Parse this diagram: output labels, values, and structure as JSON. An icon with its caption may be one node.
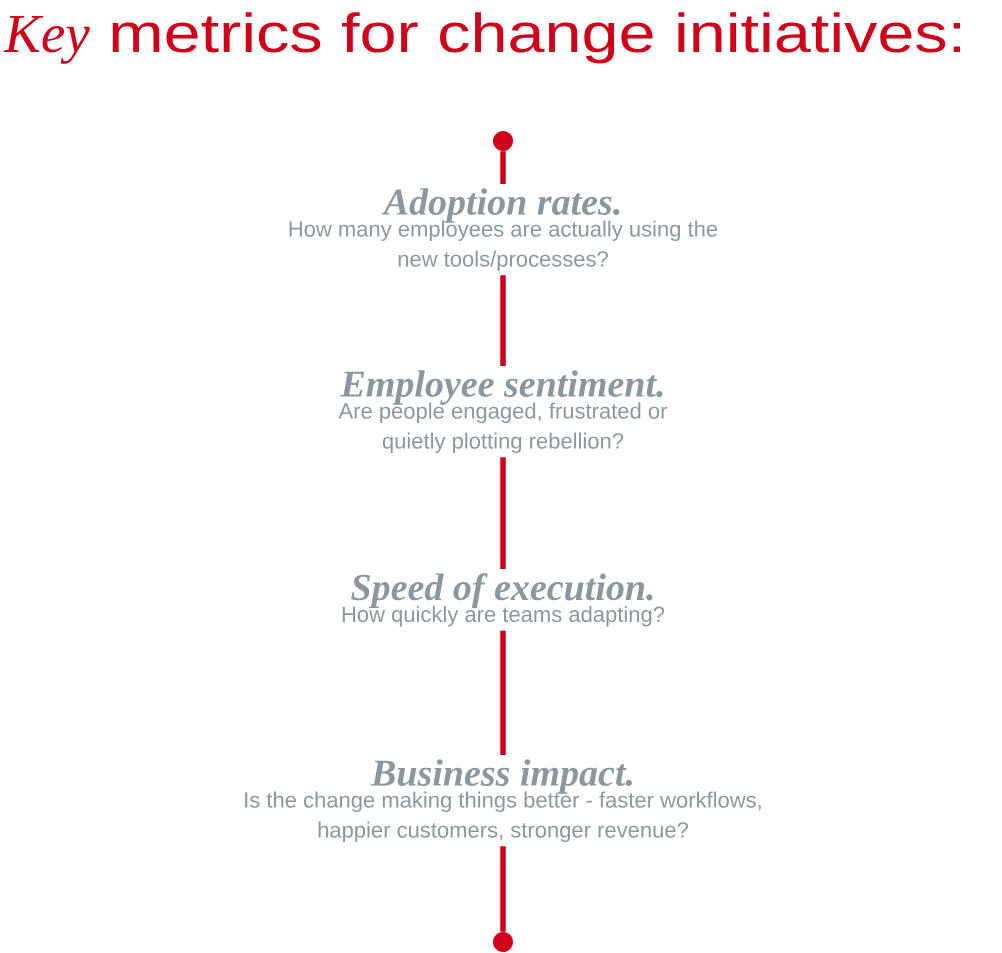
{
  "diagram": {
    "title": "*Key* metrics for change initiatives:",
    "nodes": [
      {
        "text": [],
        "shape": "circle"
      },
      {
        "text": [
          "Adoption rates.",
          "How many employees are actually using the new tools/processes?"
        ]
      },
      {
        "text": [
          "Employee sentiment.",
          "Are people engaged, frustrated or quietly plotting rebellion?"
        ]
      },
      {
        "text": [
          "Speed of execution.",
          "How quickly are teams adapting?"
        ]
      },
      {
        "text": [
          "Business impact.",
          "Is the change making things better - faster workflows, happier customers, stronger revenue?"
        ]
      },
      {
        "text": [],
        "shape": "circle"
      }
    ],
    "edges": [
      {
        "from": 0,
        "to": 1,
        "arrow": "none"
      },
      {
        "from": 1,
        "to": 2,
        "arrow": "none"
      },
      {
        "from": 2,
        "to": 3,
        "arrow": "none"
      },
      {
        "from": 3,
        "to": 4,
        "arrow": "none"
      },
      {
        "from": 4,
        "to": 5,
        "arrow": "none"
      }
    ]
  }
}
